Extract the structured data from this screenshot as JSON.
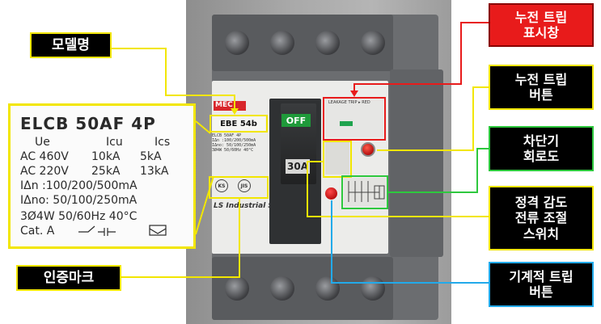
{
  "callouts": {
    "model_name": "모델명",
    "cert_mark": "인증마크",
    "leak_trip_window": [
      "누전 트립",
      "표시창"
    ],
    "leak_trip_button": [
      "누전 트립",
      "버튼"
    ],
    "circuit_diagram": [
      "차단기",
      "회로도"
    ],
    "rated_sensitivity_switch": [
      "정격 감도",
      "전류 조절",
      "스위치"
    ],
    "mech_trip_button": [
      "기계적 트립",
      "버튼"
    ]
  },
  "spec_panel": {
    "title": "ELCB  50AF  4P",
    "header": [
      "Ue",
      "Icu",
      "Ics"
    ],
    "rows": [
      [
        "AC 460V",
        "10kA",
        "5kA"
      ],
      [
        "AC 220V",
        "25kA",
        "13kA"
      ]
    ],
    "i_delta_n": "IΔn  :100/200/500mA",
    "i_delta_no": "IΔno: 50/100/250mA",
    "supply": "3Ø4W  50/60Hz  40°C",
    "cat": "Cat. A"
  },
  "breaker": {
    "handle_state": "OFF",
    "rating": "30A",
    "model": "EBE 54b",
    "brand_bar": "MEC",
    "leak_window_text": "LEAKAGE TRIP ▸ RED",
    "logo": "LS Industrial Systems",
    "cert_marks": [
      "KS",
      "JIS"
    ]
  },
  "colors": {
    "yellow": "#f2e600",
    "red": "#e81b1b",
    "green": "#2ec83e",
    "blue": "#22aaea"
  }
}
